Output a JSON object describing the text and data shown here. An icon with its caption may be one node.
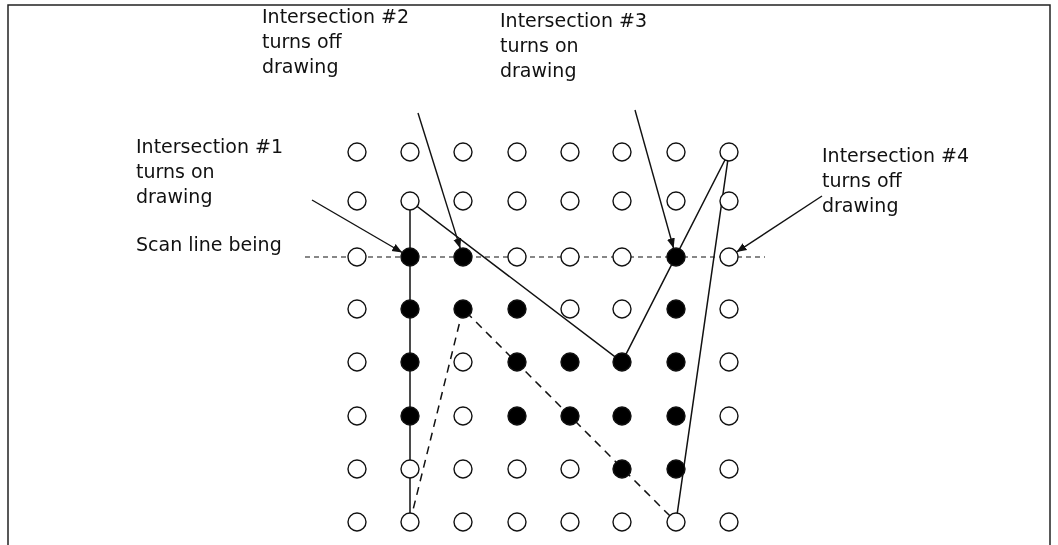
{
  "diagram": {
    "nodes": [
      {
        "text": [
          "Intersection #1 turns on drawing"
        ]
      },
      {
        "text": [
          "Intersection #2 turns off drawing"
        ]
      },
      {
        "text": [
          "Intersection #3 turns on drawing"
        ]
      },
      {
        "text": [
          "Intersection #4 turns off drawing"
        ]
      },
      {
        "text": [],
        "shape": "circle"
      },
      {
        "text": [],
        "shape": "circle"
      },
      {
        "text": [],
        "shape": "circle"
      },
      {
        "text": [],
        "shape": "circle"
      },
      {
        "text": [],
        "shape": "circle"
      },
      {
        "text": [],
        "shape": "circle"
      },
      {
        "text": [],
        "shape": "circle"
      },
      {
        "text": [],
        "shape": "circle"
      },
      {
        "text": [],
        "shape": "circle"
      },
      {
        "text": [],
        "shape": "circle"
      },
      {
        "text": [],
        "shape": "circle"
      },
      {
        "text": [],
        "shape": "circle"
      },
      {
        "text": [],
        "shape": "circle"
      },
      {
        "text": [],
        "shape": "circle"
      },
      {
        "text": [],
        "shape": "circle"
      },
      {
        "text": [],
        "shape": "circle"
      },
      {
        "text": [],
        "shape": "circle"
      },
      {
        "text": [],
        "shape": "dot"
      },
      {
        "text": [],
        "shape": "dot"
      },
      {
        "text": [],
        "shape": "circle"
      },
      {
        "text": [],
        "shape": "circle"
      },
      {
        "text": [],
        "shape": "circle"
      },
      {
        "text": [],
        "shape": "dot"
      },
      {
        "text": [],
        "shape": "circle"
      },
      {
        "text": [],
        "shape": "circle"
      },
      {
        "text": [],
        "shape": "dot"
      },
      {
        "text": [],
        "shape": "dot"
      },
      {
        "text": [],
        "shape": "dot"
      },
      {
        "text": [],
        "shape": "circle"
      },
      {
        "text": [],
        "shape": "circle"
      },
      {
        "text": [],
        "shape": "dot"
      },
      {
        "text": [],
        "shape": "circle"
      },
      {
        "text": [],
        "shape": "circle"
      },
      {
        "text": [],
        "shape": "dot"
      },
      {
        "text": [],
        "shape": "circle"
      },
      {
        "text": [],
        "shape": "dot"
      },
      {
        "text": [],
        "shape": "dot"
      },
      {
        "text": [],
        "shape": "dot"
      },
      {
        "text": [],
        "shape": "dot"
      },
      {
        "text": [],
        "shape": "circle"
      },
      {
        "text": [],
        "shape": "circle"
      },
      {
        "text": [],
        "shape": "dot"
      },
      {
        "text": [],
        "shape": "circle"
      },
      {
        "text": [],
        "shape": "dot"
      },
      {
        "text": [],
        "shape": "dot"
      },
      {
        "text": [],
        "shape": "dot"
      },
      {
        "text": [],
        "shape": "dot"
      },
      {
        "text": [],
        "shape": "circle"
      },
      {
        "text": [],
        "shape": "circle"
      },
      {
        "text": [],
        "shape": "circle"
      },
      {
        "text": [],
        "shape": "circle"
      },
      {
        "text": [],
        "shape": "circle"
      },
      {
        "text": [],
        "shape": "circle"
      },
      {
        "text": [],
        "shape": "dot"
      },
      {
        "text": [],
        "shape": "dot"
      },
      {
        "text": [],
        "shape": "circle"
      },
      {
        "text": [],
        "shape": "circle"
      },
      {
        "text": [],
        "shape": "circle"
      },
      {
        "text": [],
        "shape": "circle"
      },
      {
        "text": [],
        "shape": "circle"
      },
      {
        "text": [],
        "shape": "circle"
      },
      {
        "text": [],
        "shape": "circle"
      },
      {
        "text": [],
        "shape": "circle"
      },
      {
        "text": [],
        "shape": "circle"
      }
    ],
    "edges": [
      {
        "from": 0,
        "to": 21,
        "arrow": "to"
      },
      {
        "from": 1,
        "to": 22,
        "arrow": "to"
      },
      {
        "from": 2,
        "to": 26,
        "arrow": "to"
      },
      {
        "from": 3,
        "to": 27,
        "arrow": "to"
      }
    ],
    "labels": [
      "Scan line being"
    ]
  }
}
